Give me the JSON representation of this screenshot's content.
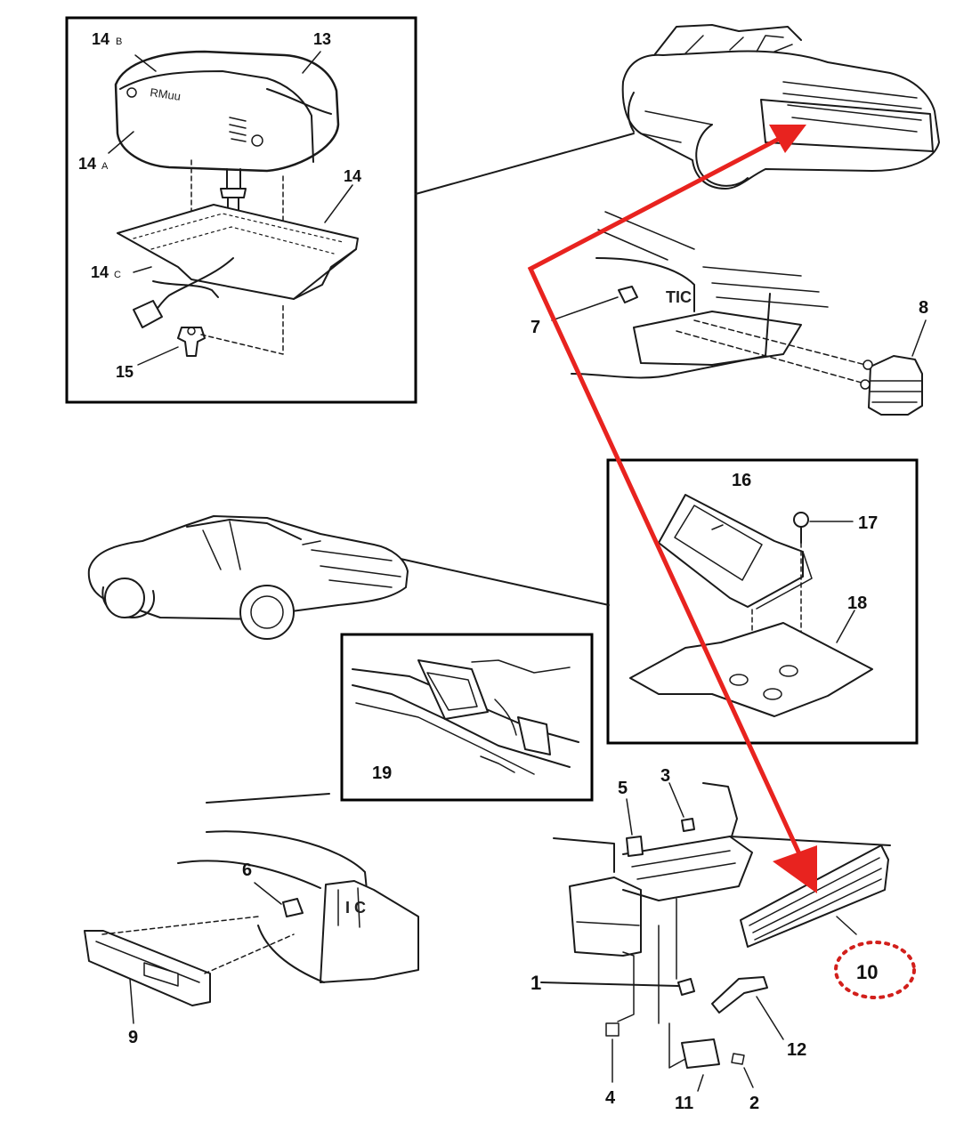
{
  "callouts": {
    "n1": "1",
    "n2": "2",
    "n3": "3",
    "n4": "4",
    "n5": "5",
    "n6": "6",
    "n7": "7",
    "n8": "8",
    "n9": "9",
    "n10": "10",
    "n11": "11",
    "n12": "12",
    "n13": "13",
    "n14": "14",
    "n14a_num": "14",
    "n14a_sub": "A",
    "n14b_num": "14",
    "n14b_sub": "B",
    "n14c_num": "14",
    "n14c_sub": "C",
    "n15": "15",
    "n16": "16",
    "n17": "17",
    "n18": "18",
    "n19": "19"
  },
  "lamp_text": "RMuu",
  "trunk_letters": "TIC",
  "trunk_letters_2": "I C",
  "colors": {
    "arrow": "#e8231f",
    "highlight_circle": "#d21f1b",
    "ink": "#111111"
  }
}
